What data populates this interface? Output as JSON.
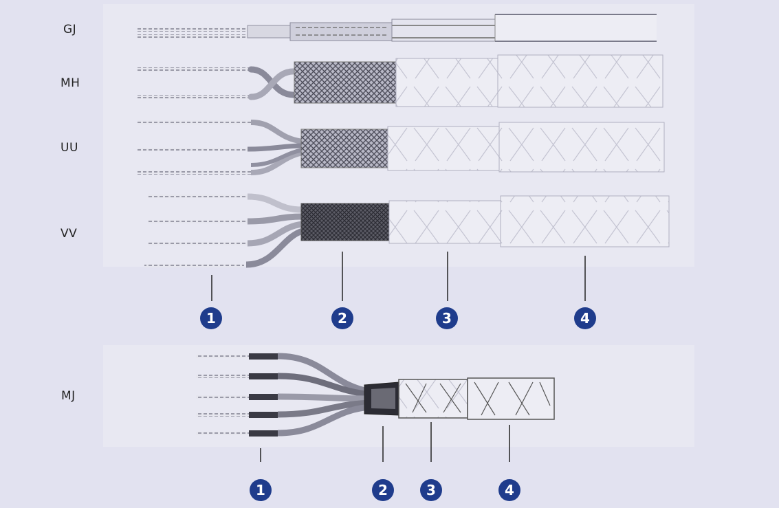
{
  "cable_types": [
    {
      "label": "GJ"
    },
    {
      "label": "MH"
    },
    {
      "label": "UU"
    },
    {
      "label": "VV"
    },
    {
      "label": "MJ"
    }
  ],
  "callouts": {
    "top": [
      "1",
      "2",
      "3",
      "4"
    ],
    "bottom": [
      "1",
      "2",
      "3",
      "4"
    ]
  },
  "colors": {
    "background": "#e2e2f0",
    "badge": "#1f3c8c",
    "wire": "#9a9aa8",
    "braid": "#555560",
    "jacket": "#c9c9d6"
  }
}
